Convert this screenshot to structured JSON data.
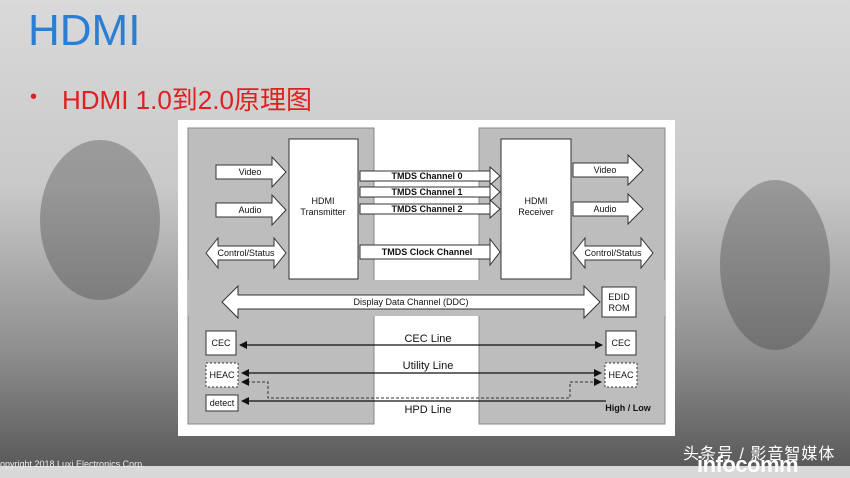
{
  "slide": {
    "title": "HDMI",
    "bullet": "HDMI 1.0到2.0原理图",
    "footer": "opyright 2018 Luxi Electronics Corp.",
    "watermark": "头条号 / 影音智媒体",
    "logo": "infocomm"
  },
  "diagram": {
    "transmitter_label_1": "HDMI",
    "transmitter_label_2": "Transmitter",
    "receiver_label_1": "HDMI",
    "receiver_label_2": "Receiver",
    "left_inputs": [
      "Video",
      "Audio",
      "Control/Status"
    ],
    "right_outputs": [
      "Video",
      "Audio",
      "Control/Status"
    ],
    "channels": [
      "TMDS Channel 0",
      "TMDS Channel 1",
      "TMDS Channel 2",
      "TMDS Clock Channel"
    ],
    "ddc": "Display Data Channel (DDC)",
    "edid_1": "EDID",
    "edid_2": "ROM",
    "cec_left": "CEC",
    "cec_right": "CEC",
    "heac_left": "HEAC",
    "heac_right": "HEAC",
    "detect": "detect",
    "cec_line": "CEC Line",
    "utility_line": "Utility Line",
    "hpd_line": "HPD Line",
    "high_low": "High / Low"
  }
}
